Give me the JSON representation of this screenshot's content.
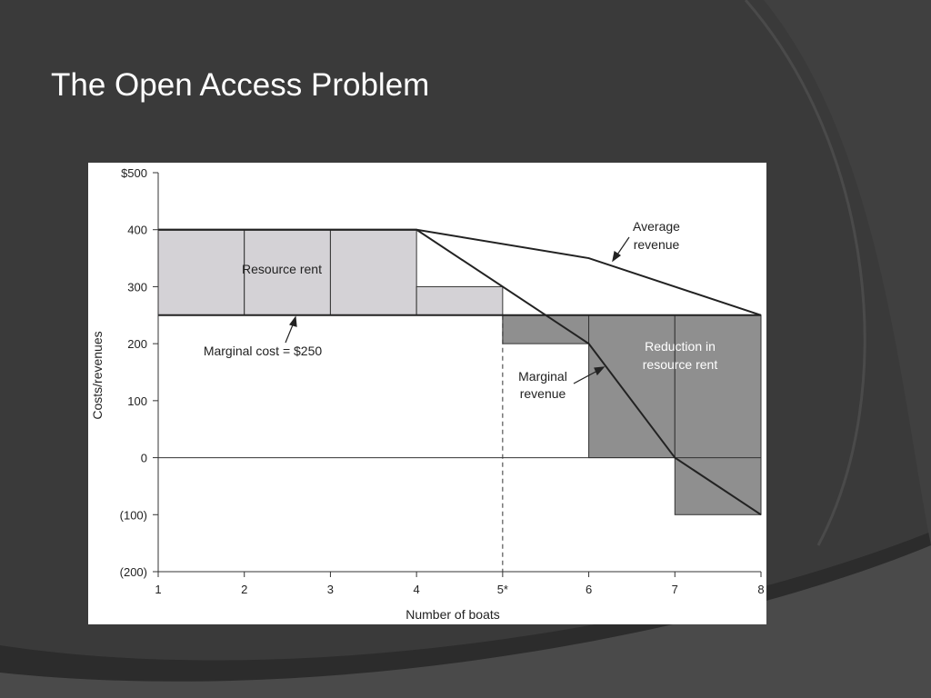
{
  "slide": {
    "title": "The Open Access Problem"
  },
  "colors": {
    "background": "#3a3a3a",
    "decor_dark": "#2c2c2c",
    "decor_light": "#4a4a4a",
    "resource_rent_fill": "#d4d2d6",
    "reduction_fill": "#8f8f8f",
    "line": "#222222"
  },
  "chart_data": {
    "type": "line",
    "xlabel": "Number of boats",
    "ylabel": "Costs/revenues",
    "xlim": [
      1,
      8
    ],
    "ylim": [
      -200,
      500
    ],
    "x_ticks": [
      {
        "value": 1,
        "label": "1"
      },
      {
        "value": 2,
        "label": "2"
      },
      {
        "value": 3,
        "label": "3"
      },
      {
        "value": 4,
        "label": "4"
      },
      {
        "value": 5,
        "label": "5*"
      },
      {
        "value": 6,
        "label": "6"
      },
      {
        "value": 7,
        "label": "7"
      },
      {
        "value": 8,
        "label": "8"
      }
    ],
    "y_ticks": [
      {
        "value": 500,
        "label": "$500"
      },
      {
        "value": 400,
        "label": "400"
      },
      {
        "value": 300,
        "label": "300"
      },
      {
        "value": 200,
        "label": "200"
      },
      {
        "value": 100,
        "label": "100"
      },
      {
        "value": 0,
        "label": "0"
      },
      {
        "value": -100,
        "label": "(100)"
      },
      {
        "value": -200,
        "label": "(200)"
      }
    ],
    "series": [
      {
        "name": "Average revenue",
        "x": [
          1,
          4,
          6,
          8
        ],
        "y": [
          400,
          400,
          350,
          250
        ]
      },
      {
        "name": "Marginal revenue",
        "x": [
          1,
          4,
          6,
          7,
          8
        ],
        "y": [
          400,
          400,
          200,
          0,
          -100
        ]
      },
      {
        "name": "Marginal cost = $250",
        "x": [
          1,
          8
        ],
        "y": [
          250,
          250
        ]
      }
    ],
    "bars": [
      {
        "group": "Resource rent",
        "x0": 1,
        "x1": 2,
        "y0": 250,
        "y1": 400
      },
      {
        "group": "Resource rent",
        "x0": 2,
        "x1": 3,
        "y0": 250,
        "y1": 400
      },
      {
        "group": "Resource rent",
        "x0": 3,
        "x1": 4,
        "y0": 250,
        "y1": 400
      },
      {
        "group": "Resource rent",
        "x0": 4,
        "x1": 5,
        "y0": 250,
        "y1": 300
      },
      {
        "group": "Reduction in resource rent",
        "x0": 5,
        "x1": 6,
        "y0": 200,
        "y1": 250
      },
      {
        "group": "Reduction in resource rent",
        "x0": 6,
        "x1": 7,
        "y0": 0,
        "y1": 250
      },
      {
        "group": "Reduction in resource rent",
        "x0": 7,
        "x1": 8,
        "y0": -100,
        "y1": 250
      }
    ],
    "reference_line": {
      "x": 5,
      "style": "dashed"
    },
    "annotations": [
      {
        "lines": [
          "Resource rent"
        ]
      },
      {
        "lines": [
          "Average",
          "revenue"
        ]
      },
      {
        "lines": [
          "Marginal cost = $250"
        ]
      },
      {
        "lines": [
          "Marginal",
          "revenue"
        ]
      },
      {
        "lines": [
          "Reduction in",
          "resource rent"
        ]
      }
    ]
  }
}
